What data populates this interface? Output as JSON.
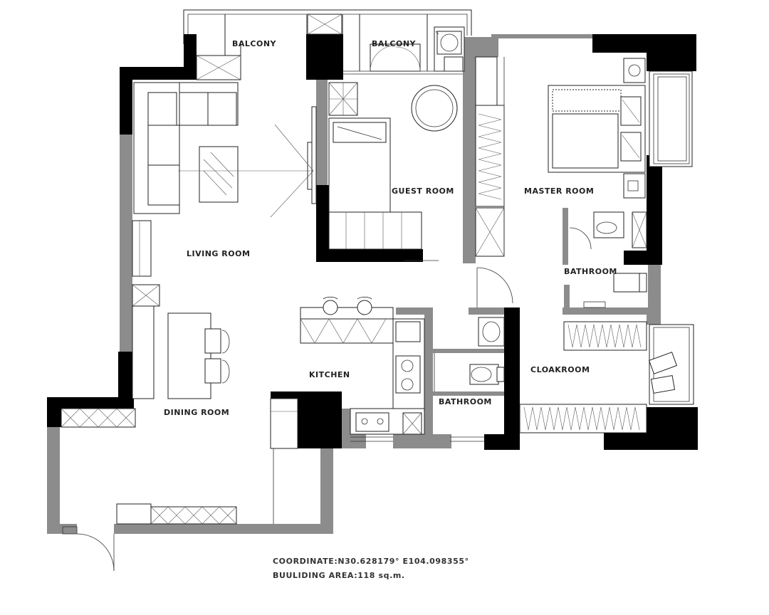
{
  "plan": {
    "rooms": {
      "balcony_left": "BALCONY",
      "balcony_right": "BALCONY",
      "guest_room": "GUEST ROOM",
      "master_room": "MASTER ROOM",
      "living_room": "LIVING ROOM",
      "bathroom_master": "BATHROOM",
      "kitchen": "KITCHEN",
      "cloakroom": "CLOAKROOM",
      "bathroom_common": "BATHROOM",
      "dining_room": "DINING ROOM"
    },
    "info": {
      "coordinate": "COORDINATE:N30.628179°  E104.098355°",
      "building_area": "BUULIDING AREA:118 sq.m."
    },
    "colors": {
      "wall_structural": "#000000",
      "wall_partition": "#8c8c8c",
      "line": "#222222"
    }
  }
}
